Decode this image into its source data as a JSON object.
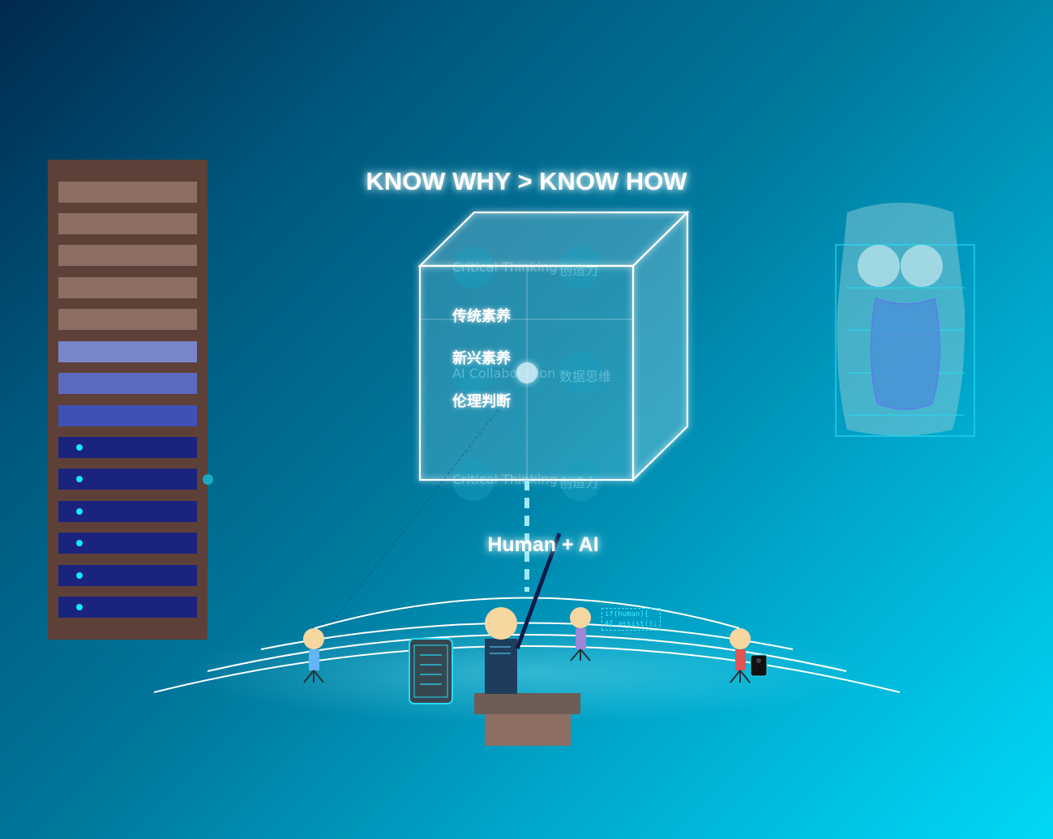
{
  "heading": "KNOW WHY > KNOW HOW",
  "subheading": "Human + AI",
  "cube": {
    "labels": [
      "传统素养",
      "新兴素养",
      "伦理判断"
    ],
    "faint_labels": {
      "top_left": "Critical Thinking",
      "top_right": "创造力",
      "mid_left": "AI Collaboration",
      "mid_right": "数据思维",
      "bottom_left": "Critical Thinking",
      "bottom_right": "创造力"
    }
  },
  "code_snippet": [
    "if(human){",
    "  AI.assist();"
  ],
  "colors": {
    "rack_frame": "#5d4037",
    "rack_brown_slot": "#8d6e63",
    "rack_blue_slots": [
      "#7986cb",
      "#5c6bc0",
      "#3f51b5"
    ],
    "rack_navy_slot": "#1a237e",
    "accent_cyan": "#18e6ff",
    "highlight_white": "#ffffff"
  },
  "icons": [
    "server-rack-icon",
    "robot-head-icon",
    "tablet-icon",
    "phone-icon",
    "pointer-stick-icon"
  ]
}
